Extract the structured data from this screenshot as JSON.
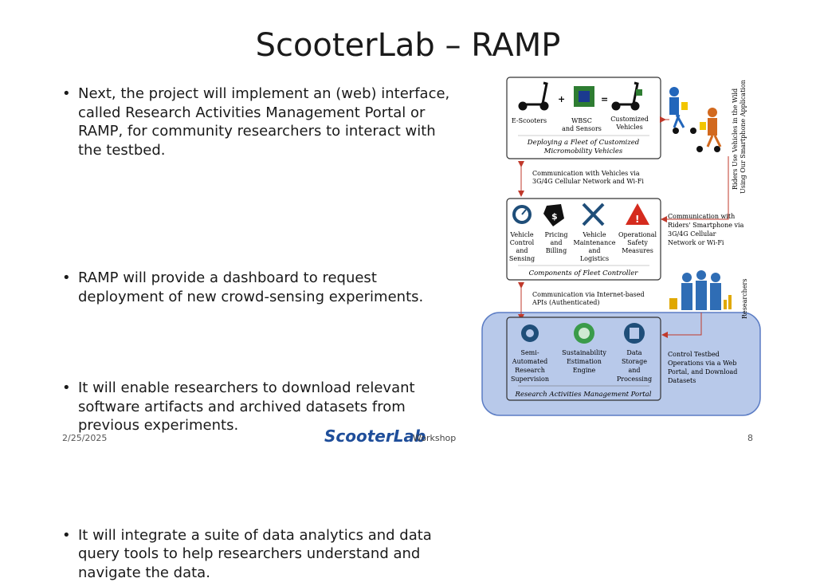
{
  "slide": {
    "title": "ScooterLab – RAMP",
    "bullets": [
      "Next, the project will implement an (web) interface, called Research Activities Management Portal or RAMP, for community researchers to interact with the testbed.",
      "RAMP will provide a dashboard to request deployment of new crowd-sensing experiments.",
      "It will enable researchers to download relevant software artifacts and archived datasets from previous experiments.",
      "It will integrate a suite of data analytics and data query tools to help researchers understand and navigate the data."
    ],
    "footer": {
      "date": "2/25/2025",
      "page": "8",
      "logo": "ScooterLab",
      "logo_suffix": "Workshop"
    }
  },
  "diagram": {
    "fleet": {
      "e_scooters": "E-Scooters",
      "wbsc_1": "WBSC",
      "wbsc_2": "and Sensors",
      "cust_1": "Customized",
      "cust_2": "Vehicles",
      "caption_1": "Deploying a Fleet of Customized",
      "caption_2": "Micromobility Vehicles",
      "plus": "+",
      "equals": "="
    },
    "comm_vehicles": {
      "l1": "Communication with Vehicles via",
      "l2": "3G/4G Cellular Network and Wi-Fi"
    },
    "riders_text": {
      "l1": "Riders Use Vehicles in the Wild",
      "l2": "Using Our Smartphone Application"
    },
    "fleet_controller": {
      "items": [
        {
          "icon": "gauge-icon",
          "lines": [
            "Vehicle",
            "Control",
            "and",
            "Sensing"
          ]
        },
        {
          "icon": "price-tag-icon",
          "lines": [
            "Pricing",
            "and",
            "Billing"
          ]
        },
        {
          "icon": "wrench-icon",
          "lines": [
            "Vehicle",
            "Maintenance",
            "and",
            "Logistics"
          ]
        },
        {
          "icon": "warning-icon",
          "lines": [
            "Operational",
            "Safety",
            "Measures"
          ]
        }
      ],
      "caption": "Components of Fleet Controller"
    },
    "comm_riders": {
      "l1": "Communication with",
      "l2": "Riders' Smartphone via",
      "l3": "3G/4G Cellular",
      "l4": "Network or Wi-Fi"
    },
    "comm_internet": {
      "l1": "Communication via Internet-based",
      "l2": "APIs (Authenticated)"
    },
    "researchers_label": "Researchers",
    "portal": {
      "items": [
        {
          "icon": "gear-person-icon",
          "lines": [
            "Semi-",
            "Automated",
            "Research",
            "Supervision"
          ]
        },
        {
          "icon": "recycle-icon",
          "lines": [
            "Sustainability",
            "Estimation",
            "Engine"
          ]
        },
        {
          "icon": "database-icon",
          "lines": [
            "Data",
            "Storage",
            "and",
            "Processing"
          ]
        }
      ],
      "caption": "Research Activities Management Portal",
      "control": {
        "l1": "Control Testbed",
        "l2": "Operations via a Web",
        "l3": "Portal, and Download",
        "l4": "Datasets"
      }
    }
  },
  "colors": {
    "arrow": "#c0392b",
    "portal_fill": "#b8c9ea",
    "portal_stroke": "#5b7cc4",
    "logo": "#1f4e9a"
  }
}
